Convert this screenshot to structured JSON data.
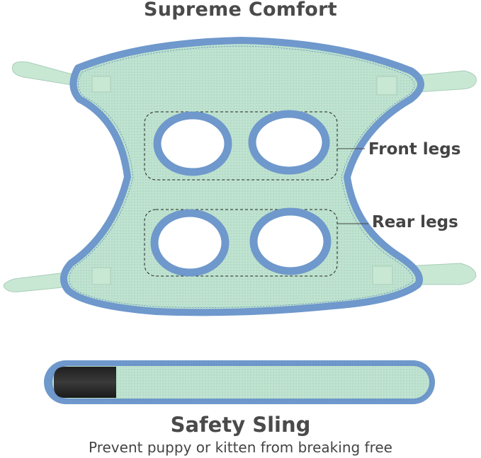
{
  "header": {
    "title": "Supreme Comfort"
  },
  "harness": {
    "callouts": [
      {
        "label": "Front legs"
      },
      {
        "label": "Rear legs"
      }
    ]
  },
  "footer": {
    "title": "Safety Sling",
    "subtitle": "Prevent puppy or kitten from breaking free"
  },
  "colors": {
    "mesh": "#bfe3d0",
    "border": "#6f98cc",
    "strap": "#c8e8d4",
    "text": "#4a4a4a",
    "velcro_tab": "#2a2a2a"
  }
}
